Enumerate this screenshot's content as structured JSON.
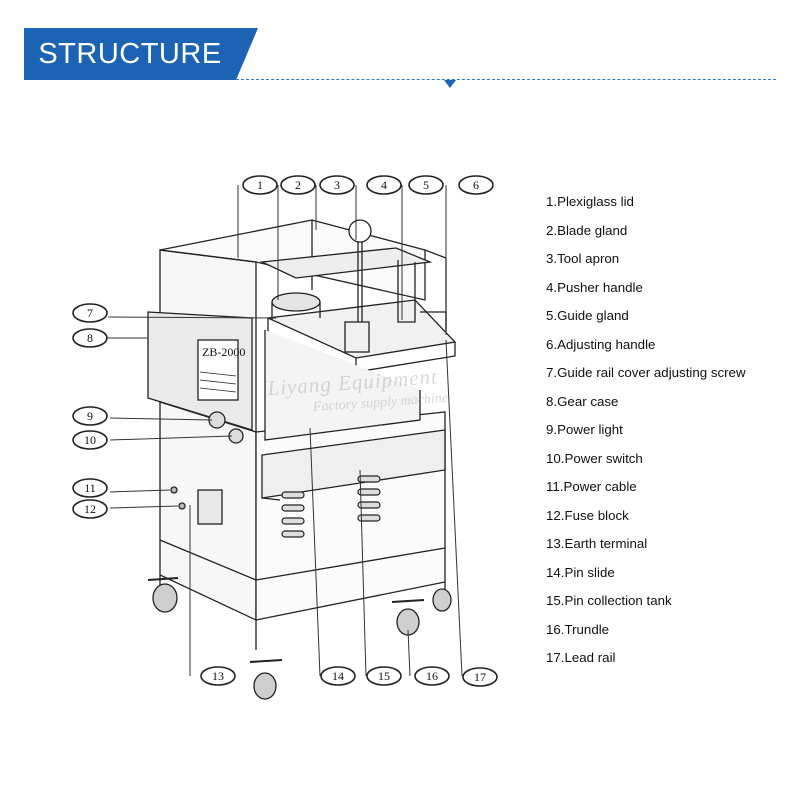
{
  "header": {
    "title": "STRUCTURE",
    "accent_color": "#1d63b4"
  },
  "diagram": {
    "callouts_top": [
      "1",
      "2",
      "3",
      "4",
      "5",
      "6"
    ],
    "callouts_left": [
      "7",
      "8",
      "9",
      "10",
      "11",
      "12"
    ],
    "callouts_bottom": [
      "13",
      "14",
      "15",
      "16",
      "17"
    ],
    "panel_text": "ZB-2000",
    "watermark_line1": "Liyang Equipment",
    "watermark_line2": "Factory supply machine"
  },
  "legend": [
    "1.Plexiglass lid",
    "2.Blade gland",
    "3.Tool apron",
    "4.Pusher handle",
    "5.Guide gland",
    "6.Adjusting handle",
    "7.Guide rail cover adjusting screw",
    "8.Gear case",
    "9.Power light",
    "10.Power switch",
    "11.Power cable",
    "12.Fuse block",
    "13.Earth terminal",
    "14.Pin slide",
    "15.Pin collection tank",
    "16.Trundle",
    "17.Lead rail"
  ]
}
